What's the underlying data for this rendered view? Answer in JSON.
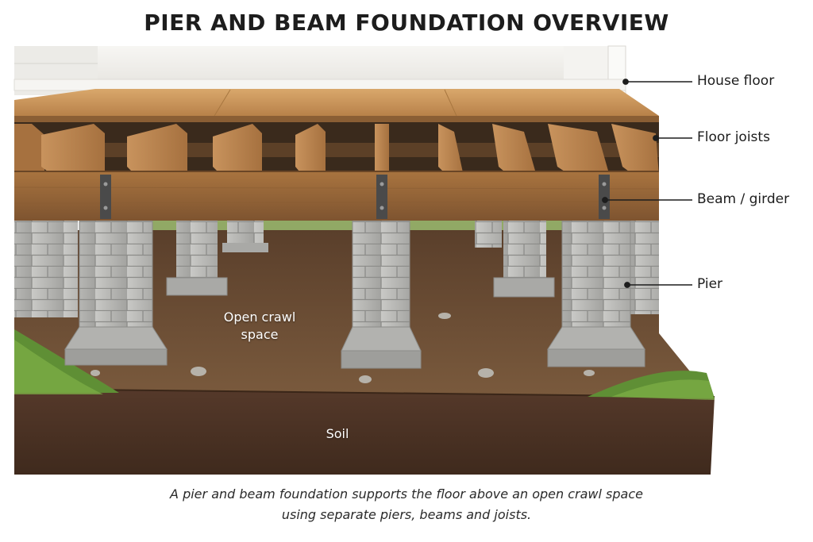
{
  "title": "PIER AND BEAM FOUNDATION OVERVIEW",
  "callouts": {
    "house_floor": "House floor",
    "floor_joists": "Floor joists",
    "beam_girder": "Beam / girder",
    "pier": "Pier"
  },
  "scene_labels": {
    "crawl_space_line1": "Open crawl",
    "crawl_space_line2": "space",
    "soil": "Soil"
  },
  "caption": {
    "line1": "A pier and beam foundation supports the floor above an open crawl space",
    "line2": "using separate piers, beams and joists."
  },
  "colors": {
    "wall": "#f2f1ee",
    "floor_wood": "#c9935a",
    "joist_wood": "#b98552",
    "beam_wood": "#9c6a3c",
    "concrete": "#b9b9b6",
    "dirt": "#6b4a31",
    "soil": "#4e3322",
    "grass": "#6b9a3a"
  }
}
